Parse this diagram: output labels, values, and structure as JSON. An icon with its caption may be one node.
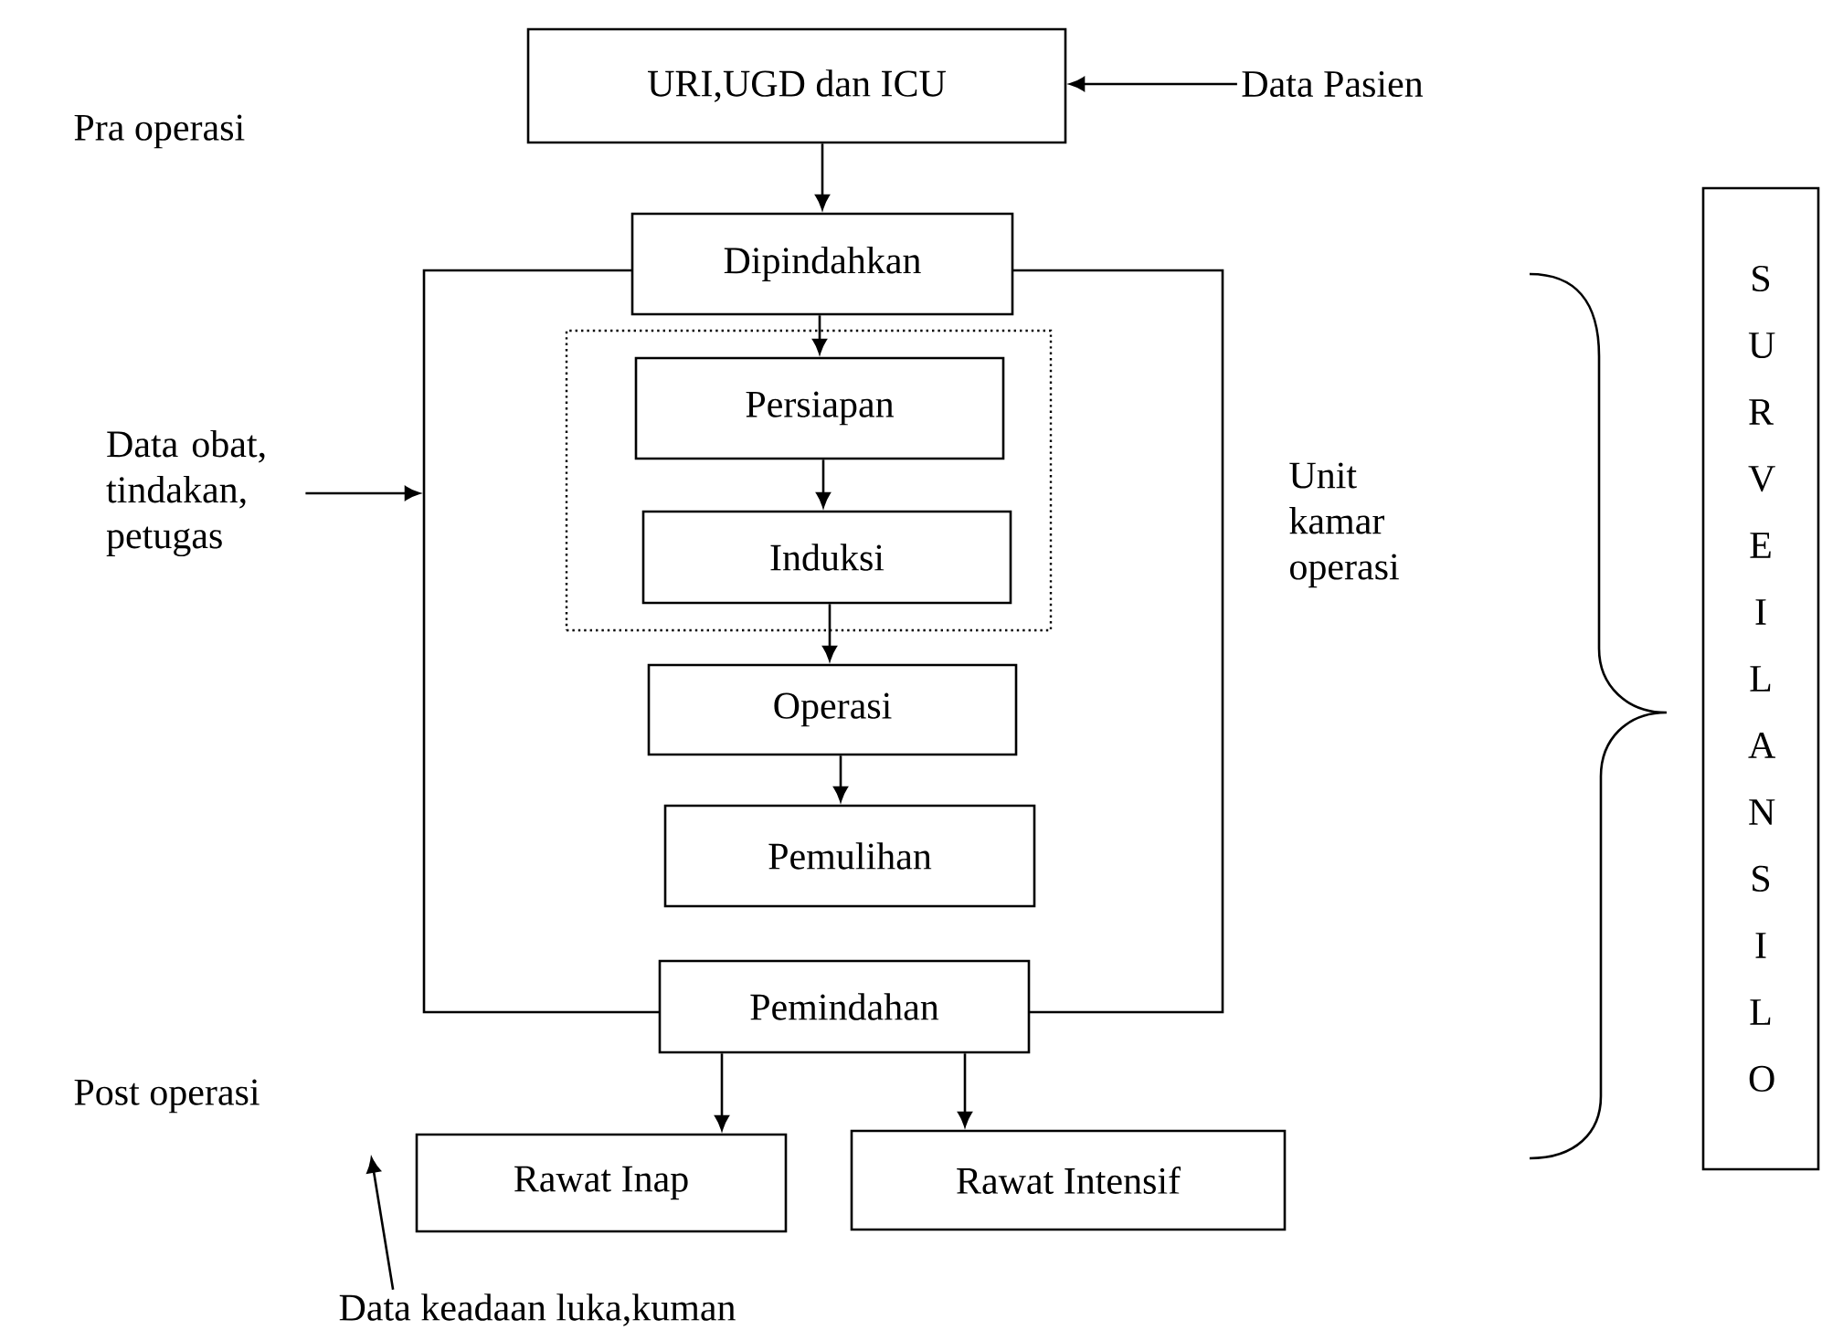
{
  "diagram": {
    "nodes": [
      {
        "text": [
          "URI,UGD dan ICU"
        ]
      },
      {
        "text": [
          "Data Pasien"
        ]
      },
      {
        "text": [
          "Unit kamar operasi"
        ]
      },
      {
        "text": [
          "Dipindahkan"
        ]
      },
      {
        "text": [],
        "shape": "box",
        "in": 2
      },
      {
        "text": [
          "Persiapan"
        ],
        "in": 4
      },
      {
        "text": [
          "Induksi"
        ],
        "in": 4
      },
      {
        "text": [
          "Operasi"
        ],
        "in": 2
      },
      {
        "text": [
          "Pemulihan"
        ],
        "in": 2
      },
      {
        "text": [
          "Pemindahan"
        ]
      },
      {
        "text": [
          "Rawat Inap"
        ]
      },
      {
        "text": [
          "Rawat Intensif"
        ]
      },
      {
        "text": [
          "Data obat, tindakan, petugas"
        ]
      },
      {
        "text": [
          "Data keadaan luka,kuman"
        ]
      },
      {
        "text": [
          "S U R V E I L A N S I L O"
        ]
      }
    ],
    "edges": [
      {
        "from": 1,
        "to": 0,
        "arrow": "to"
      },
      {
        "from": 0,
        "to": 3,
        "arrow": "to"
      },
      {
        "from": 3,
        "to": 5,
        "arrow": "to"
      },
      {
        "from": 5,
        "to": 6,
        "arrow": "to"
      },
      {
        "from": 6,
        "to": 7,
        "arrow": "to"
      },
      {
        "from": 7,
        "to": 8,
        "arrow": "to"
      },
      {
        "from": 9,
        "to": 10,
        "arrow": "to"
      },
      {
        "from": 9,
        "to": 11,
        "arrow": "to"
      },
      {
        "from": 12,
        "to": 2,
        "arrow": "to"
      },
      {
        "from": 13,
        "to": null,
        "arrow": "to"
      }
    ],
    "labels": [
      "Pra operasi",
      "Post operasi"
    ]
  }
}
